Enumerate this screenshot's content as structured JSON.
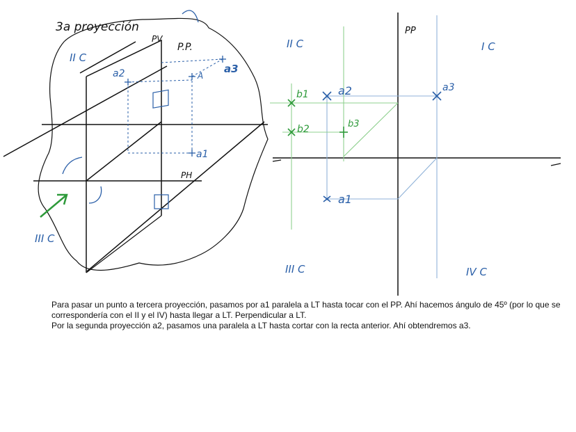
{
  "left_sketch": {
    "title": "3a proyección",
    "plane_pv": "PV",
    "plane_pp": "P.P.",
    "plane_ph": "PH",
    "point_a": "A",
    "a1": "a1",
    "a2": "a2",
    "a3": "a3",
    "quadrant_ii": "II C",
    "quadrant_iii": "III C"
  },
  "right_diagram": {
    "pp_label": "PP",
    "quadrant_i": "I C",
    "quadrant_ii": "II C",
    "quadrant_iii": "III C",
    "quadrant_iv": "IV C",
    "a1": "a1",
    "a2": "a2",
    "a3": "a3",
    "b1": "b1",
    "b2": "b2",
    "b3": "b3"
  },
  "colors": {
    "ink": "#111111",
    "blue": "#2a5fa8",
    "green": "#2e9a3a",
    "light_blue": "#8fb2d8",
    "light_green": "#8fd08f"
  },
  "caption": {
    "line1": "Para pasar un punto a tercera proyección, pasamos por a1 paralela a LT hasta tocar con el PP. Ahí hacemos ángulo de 45º (por lo que se correspondería con el II y el IV) hasta llegar a LT. Perpendicular a LT.",
    "line2": "Por la segunda proyección a2, pasamos una paralela a LT hasta cortar con la recta anterior. Ahí obtendremos a3."
  }
}
